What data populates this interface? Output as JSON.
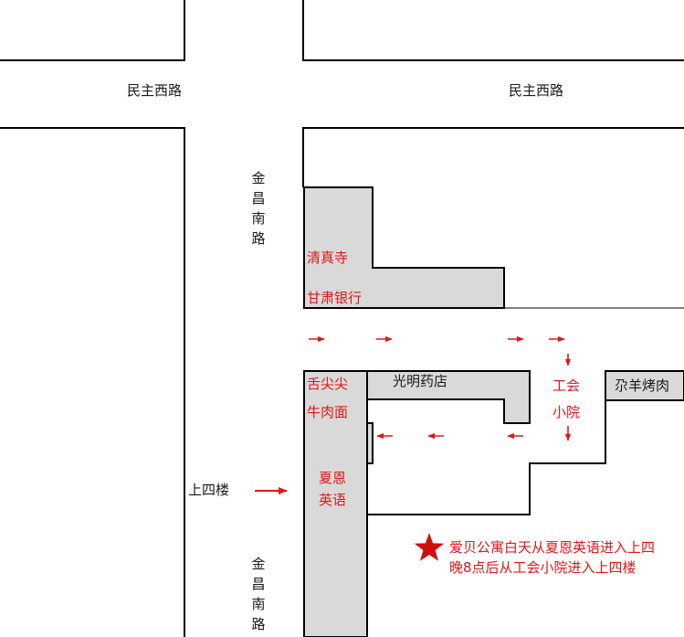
{
  "roads": {
    "horizontal_left": "民主西路",
    "horizontal_right": "民主西路",
    "vertical_top": "金昌南路",
    "vertical_bottom": "金昌南路"
  },
  "places": {
    "mosque": "清真寺",
    "bank": "甘肃银行",
    "pharmacy": "光明药店",
    "noodle_line1": "舌尖尖",
    "noodle_line2": "牛肉面",
    "xiaen_line1": "夏恩",
    "xiaen_line2": "英语",
    "courtyard_line1": "工会",
    "courtyard_line2": "小院",
    "lamb": "尕羊烤肉"
  },
  "entrance_label": "上四楼",
  "note": {
    "line1": "爱贝公寓白天从夏恩英语进入上四",
    "line2": "晚8点后从工会小院进入上四楼"
  },
  "colors": {
    "road_line": "#000000",
    "building_fill": "#d9d9d9",
    "label_red": "#e01818",
    "star": "#d01010"
  },
  "icons": [
    "star-icon",
    "arrow-right-icon",
    "arrow-left-icon",
    "arrow-down-icon"
  ]
}
